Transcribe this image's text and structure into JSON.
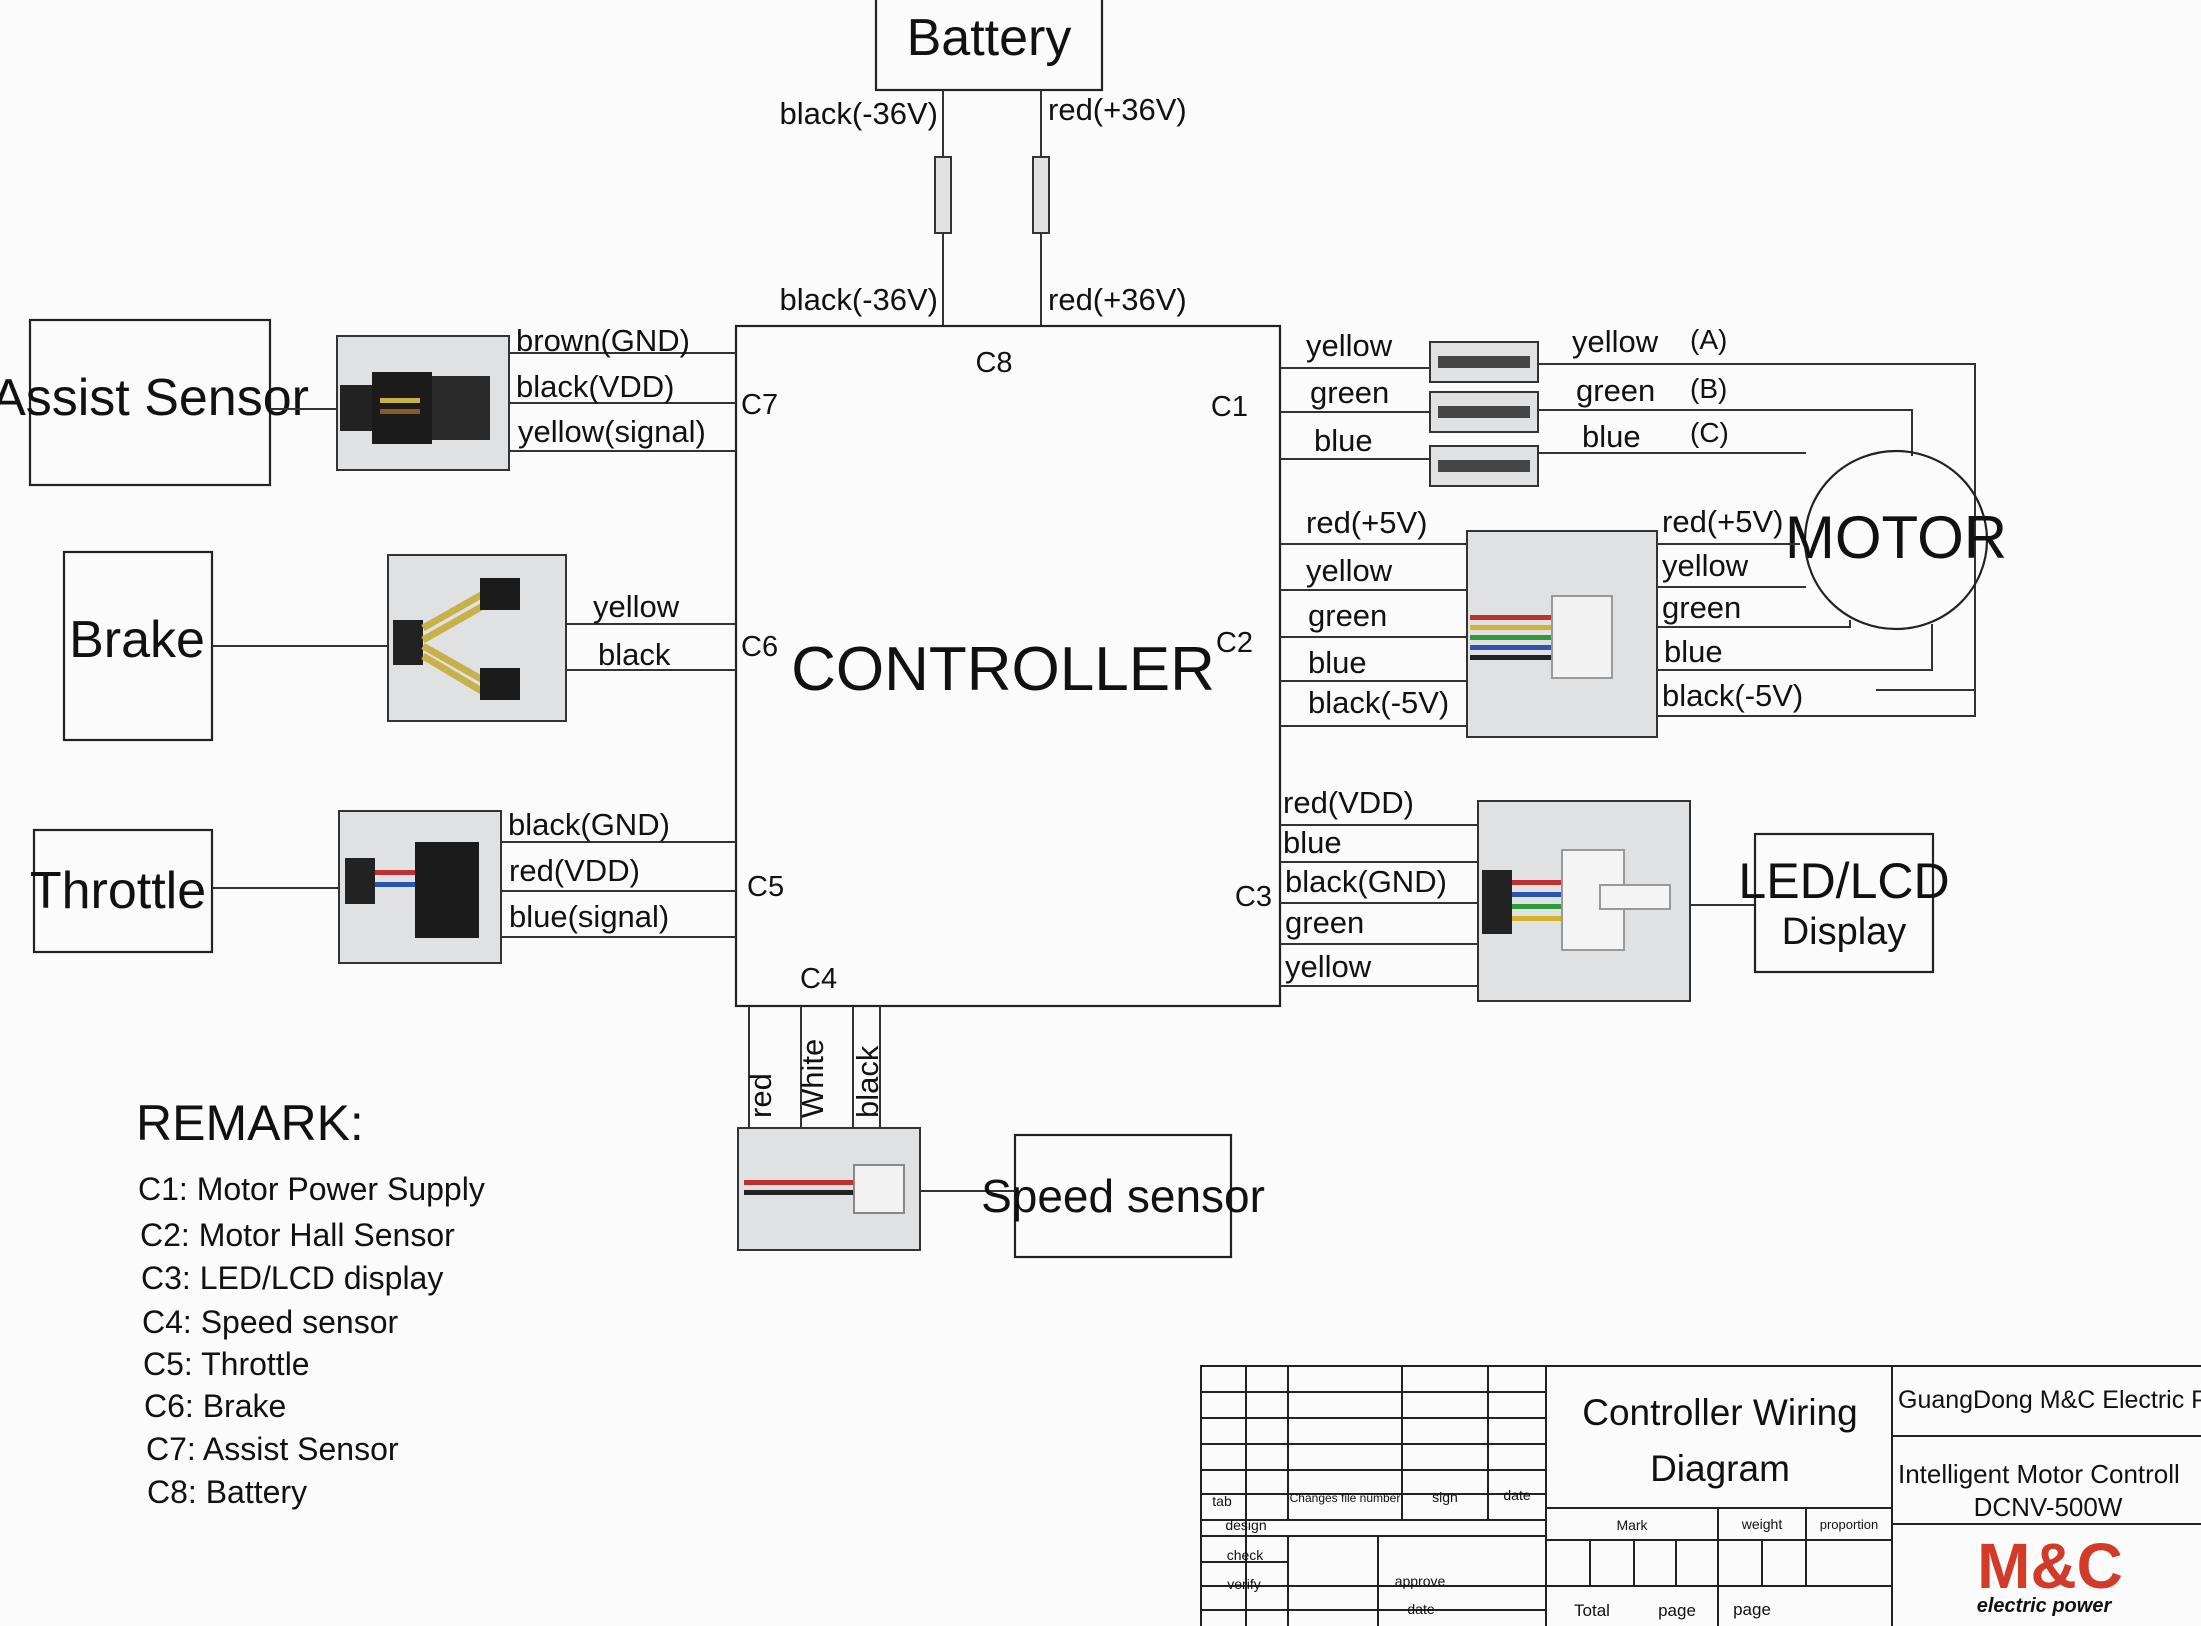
{
  "components": {
    "battery": "Battery",
    "controller": "CONTROLLER",
    "assist_sensor": "Assist Sensor",
    "brake": "Brake",
    "throttle": "Throttle",
    "motor": "MOTOR",
    "display_line1": "LED/LCD",
    "display_line2": "Display",
    "speed_sensor": "Speed sensor"
  },
  "connectors": [
    "C1",
    "C2",
    "C3",
    "C4",
    "C5",
    "C6",
    "C7",
    "C8"
  ],
  "wires": {
    "battery_top": [
      "black(-36V)",
      "red(+36V)"
    ],
    "battery_bottom": [
      "black(-36V)",
      "red(+36V)"
    ],
    "c7": [
      "brown(GND)",
      "black(VDD)",
      "yellow(signal)"
    ],
    "c6": [
      "yellow",
      "black"
    ],
    "c5": [
      "black(GND)",
      "red(VDD)",
      "blue(signal)"
    ],
    "c4": [
      "red",
      "White",
      "black"
    ],
    "c1_left": [
      "yellow",
      "green",
      "blue"
    ],
    "c1_right": [
      "yellow",
      "green",
      "blue"
    ],
    "c1_phase": [
      "(A)",
      "(B)",
      "(C)"
    ],
    "c2_left": [
      "red(+5V)",
      "yellow",
      "green",
      "blue",
      "black(-5V)"
    ],
    "c2_right": [
      "red(+5V)",
      "yellow",
      "green",
      "blue",
      "black(-5V)"
    ],
    "c3": [
      "red(VDD)",
      "blue",
      "black(GND)",
      "green",
      "yellow"
    ]
  },
  "remark": {
    "heading": "REMARK:",
    "items": [
      "C1: Motor Power Supply",
      "C2: Motor Hall Sensor",
      "C3: LED/LCD display",
      "C4: Speed sensor",
      "C5: Throttle",
      "C6: Brake",
      "C7: Assist Sensor",
      "C8: Battery"
    ]
  },
  "title_block": {
    "title_line1": "Controller Wiring",
    "title_line2": "Diagram",
    "company": "GuangDong M&C Electric Power Co.,L",
    "product_line1": "Intelligent Motor Controll",
    "product_line2": "DCNV-500W",
    "logo_text": "M&C",
    "logo_sub": "electric power",
    "col_tab": "tab",
    "col_changes": "Changes file number",
    "col_sign": "sign",
    "col_date": "date",
    "row_design": "design",
    "row_check": "check",
    "row_verify": "verify",
    "approve": "approve",
    "approve_date": "date",
    "mark": "Mark",
    "weight": "weight",
    "proportion": "proportion",
    "total": "Total",
    "page1": "page",
    "page2": "page"
  }
}
